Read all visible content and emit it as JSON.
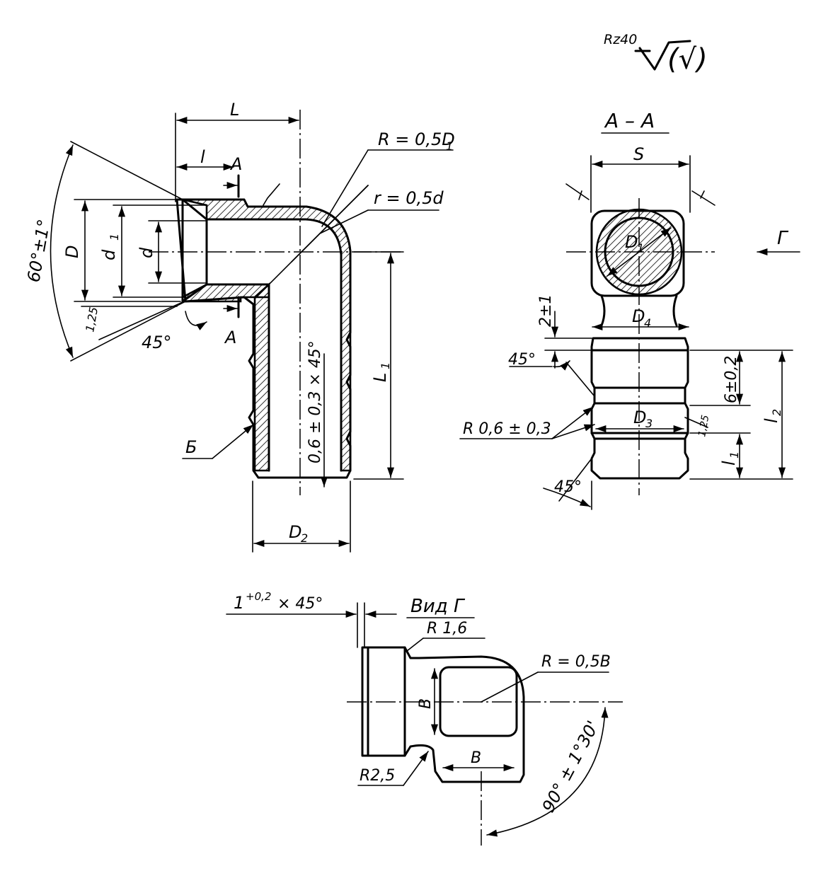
{
  "roughness": {
    "main": "Rz40",
    "bracket": "(√)"
  },
  "section_aa": {
    "title": "A – A"
  },
  "view_g": {
    "title": "Вид Г",
    "arrow_letter": "Г"
  },
  "main_view": {
    "L": "L",
    "l": "l",
    "A_top": "A",
    "A_bottom": "A",
    "R_outer": "R = 0,5D",
    "R_outer_sub": "1",
    "r_inner": "r = 0,5d",
    "angle60": "60°±1°",
    "D": "D",
    "d1": "d",
    "d1_sub": "1",
    "d": "d",
    "val125": "1,25",
    "angle45": "45°",
    "L1": "L",
    "L1_sub": "1",
    "chamfer": "0,6 ± 0,3 × 45°",
    "B": "Б",
    "D2": "D",
    "D2_sub": "2"
  },
  "aa_view": {
    "S": "S",
    "D1": "D",
    "D1_sub": "1",
    "D4": "D",
    "D4_sub": "4",
    "two": "2±1",
    "angle45_top": "45°",
    "six": "6±0,2",
    "l2": "l",
    "l2_sub": "2",
    "R06": "R 0,6 ± 0,3",
    "D3": "D",
    "D3_sub": "3",
    "val125": "1,25",
    "l1": "l",
    "l1_sub": "1",
    "angle45_bottom": "45°"
  },
  "g_view": {
    "chamfer": "1",
    "chamfer_tol": "+0,2",
    "chamfer_tail": "× 45°",
    "R16": "R 1,6",
    "R05B": "R = 0,5B",
    "B_vert": "B",
    "B_horz": "B",
    "R25": "R2,5",
    "angle90": "90° ± 1°30'"
  }
}
